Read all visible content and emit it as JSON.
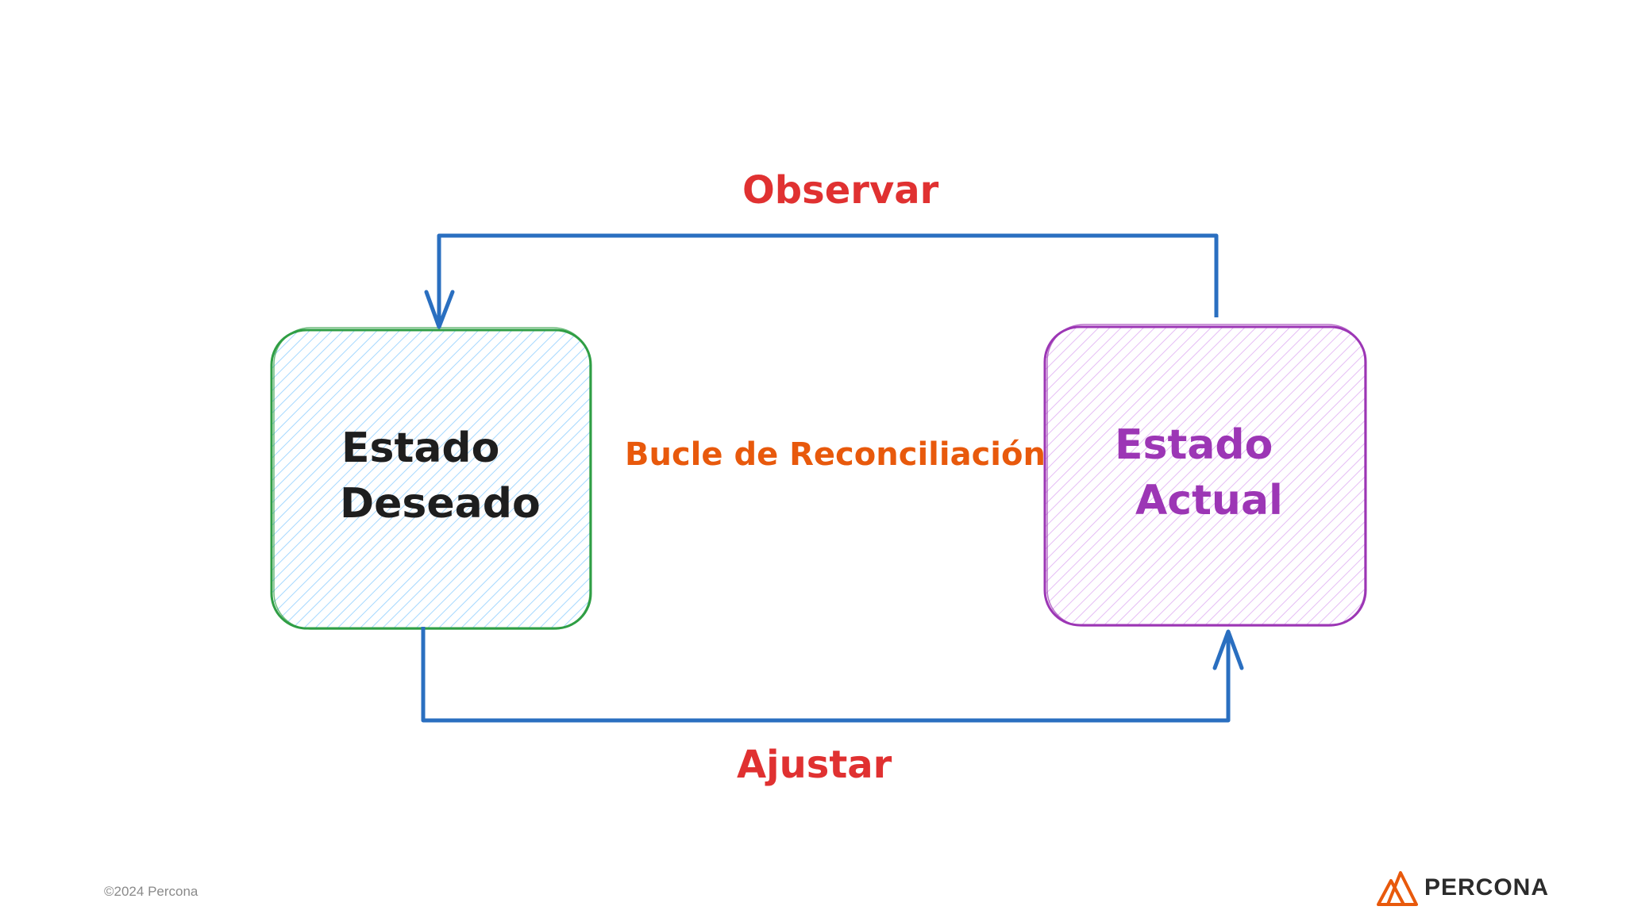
{
  "labels": {
    "observe": "Observar",
    "adjust": "Ajustar",
    "loop": "Bucle de Reconciliación"
  },
  "nodes": {
    "desired": {
      "line1": "Estado",
      "line2": "Deseado"
    },
    "actual": {
      "line1": "Estado",
      "line2": "Actual"
    }
  },
  "footer": {
    "copyright": "©2024 Percona",
    "brand": "PERCONA"
  },
  "colors": {
    "arrow": "#2a6fc0",
    "observe_label": "#e03131",
    "adjust_label": "#e03131",
    "loop_label": "#e8590c",
    "desired_border": "#2f9e44",
    "desired_fill": "#d0ebff",
    "desired_text": "#1e1e1e",
    "actual_border": "#9c36b5",
    "actual_fill": "#eebefa",
    "actual_text": "#9c36b5",
    "brand_orange": "#e8590c"
  },
  "icons": {
    "brand_logo": "percona-logo-icon"
  }
}
